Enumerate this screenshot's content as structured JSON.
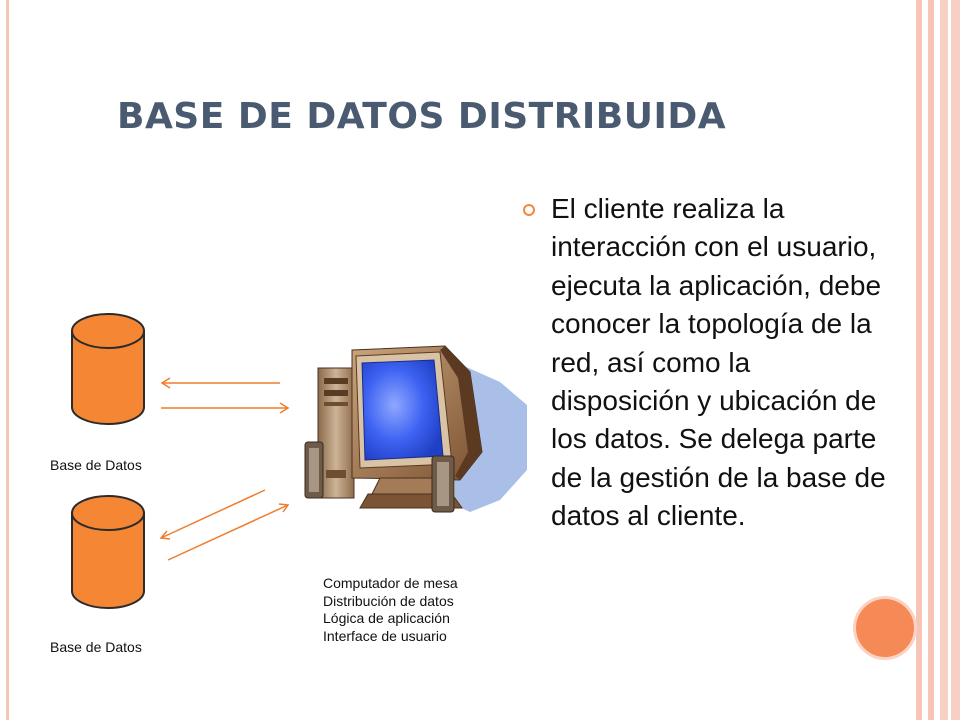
{
  "slide": {
    "title": "BASE DE DATOS DISTRIBUIDA",
    "bullet": "El cliente realiza la interacción con el usuario, ejecuta la aplicación, debe conocer la topología de la red, así como la disposición y ubicación de los datos. Se delega parte de la gestión de la base de datos al cliente."
  },
  "diagram": {
    "database_top_label": "Base de Datos",
    "database_bottom_label": "Base de Datos",
    "computer_labels": [
      "Computador de mesa",
      "Distribución de datos",
      "Lógica de aplicación",
      "Interface de usuario"
    ]
  },
  "colors": {
    "title": "#4a5a70",
    "accent": "#f58a57",
    "database_fill": "#f58634",
    "arrow": "#ef7d2d",
    "frame": "#f6c5b7"
  }
}
